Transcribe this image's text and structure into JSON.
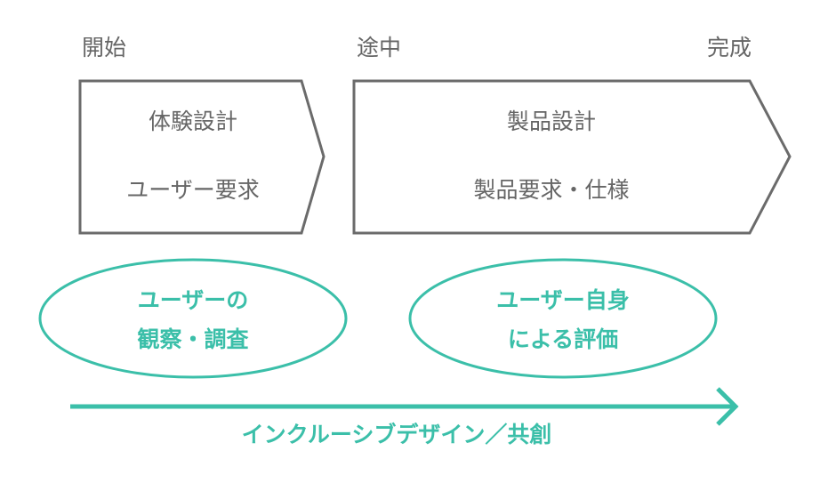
{
  "stages": {
    "start": "開始",
    "middle": "途中",
    "end": "完成"
  },
  "phase1": {
    "title": "体験設計",
    "subtitle": "ユーザー要求"
  },
  "phase2": {
    "title": "製品設計",
    "subtitle": "製品要求・仕様"
  },
  "oval1": {
    "line1": "ユーザーの",
    "line2": "観察・調査"
  },
  "oval2": {
    "line1": "ユーザー自身",
    "line2": "による評価"
  },
  "arrow_label": "インクルーシブデザイン／共創",
  "colors": {
    "gray": "#666666",
    "teal": "#3bbfa9"
  }
}
